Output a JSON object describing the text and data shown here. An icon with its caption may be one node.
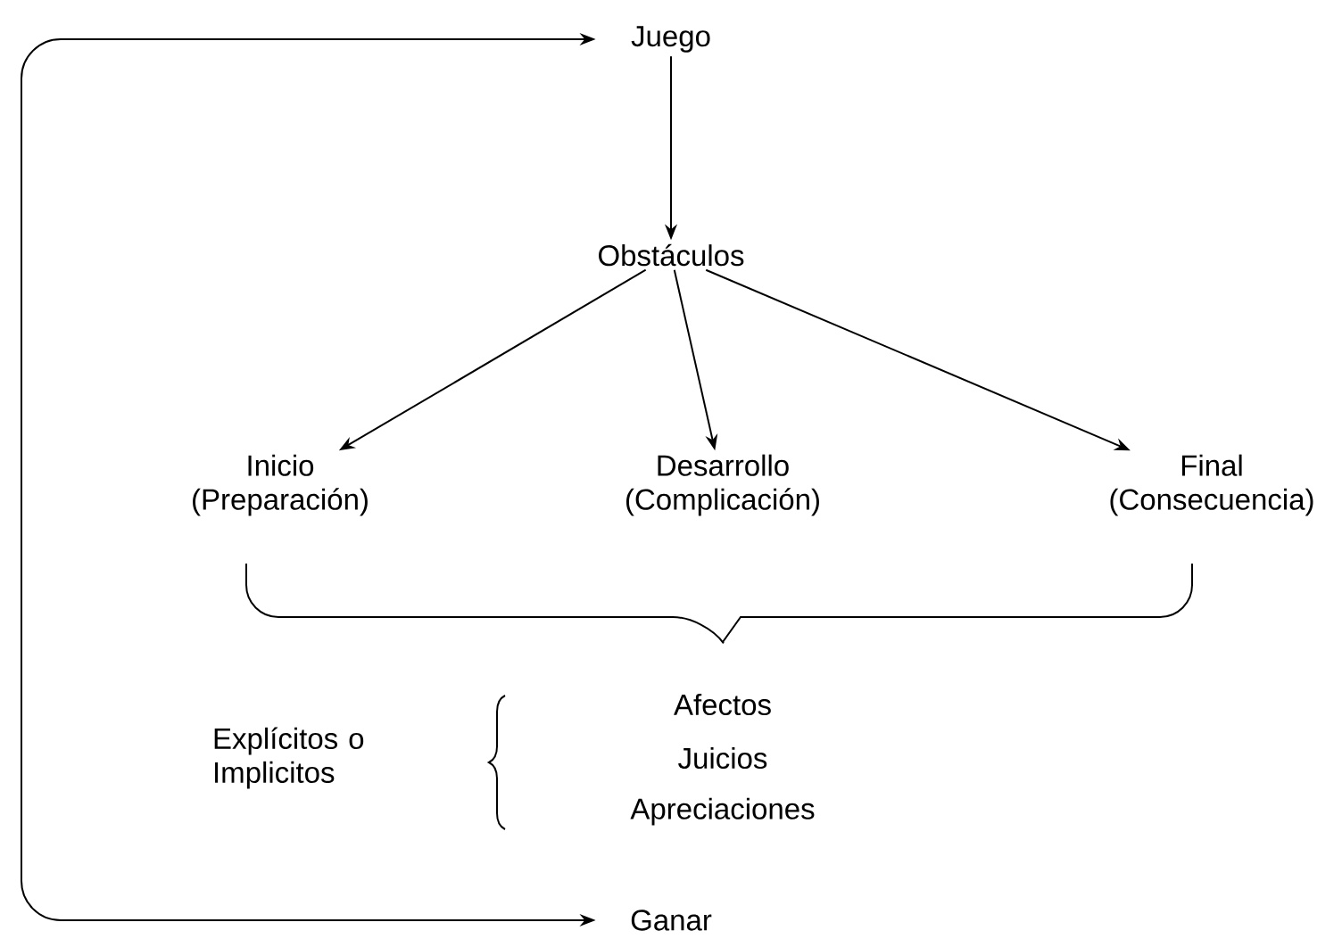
{
  "diagram": {
    "nodes": [
      {
        "text": [
          "Juego"
        ]
      },
      {
        "text": [
          "Obstáculos"
        ]
      },
      {
        "text": [
          "Inicio (Preparación)"
        ]
      },
      {
        "text": [
          "Desarrollo (Complicación)"
        ]
      },
      {
        "text": [
          "Final (Consecuencia)"
        ]
      },
      {
        "text": [
          "Ganar"
        ]
      }
    ],
    "edges": [
      {
        "from": 0,
        "to": 1,
        "arrow": "to"
      },
      {
        "from": 1,
        "to": 2,
        "arrow": "to"
      },
      {
        "from": 1,
        "to": 3,
        "arrow": "to"
      },
      {
        "from": 1,
        "to": 4,
        "arrow": "to"
      },
      {
        "from": 0,
        "to": 5,
        "arrow": "both"
      }
    ],
    "labels": [
      "Explícitos o Implicitos",
      "Afectos",
      "Juicios",
      "Apreciaciones"
    ]
  }
}
